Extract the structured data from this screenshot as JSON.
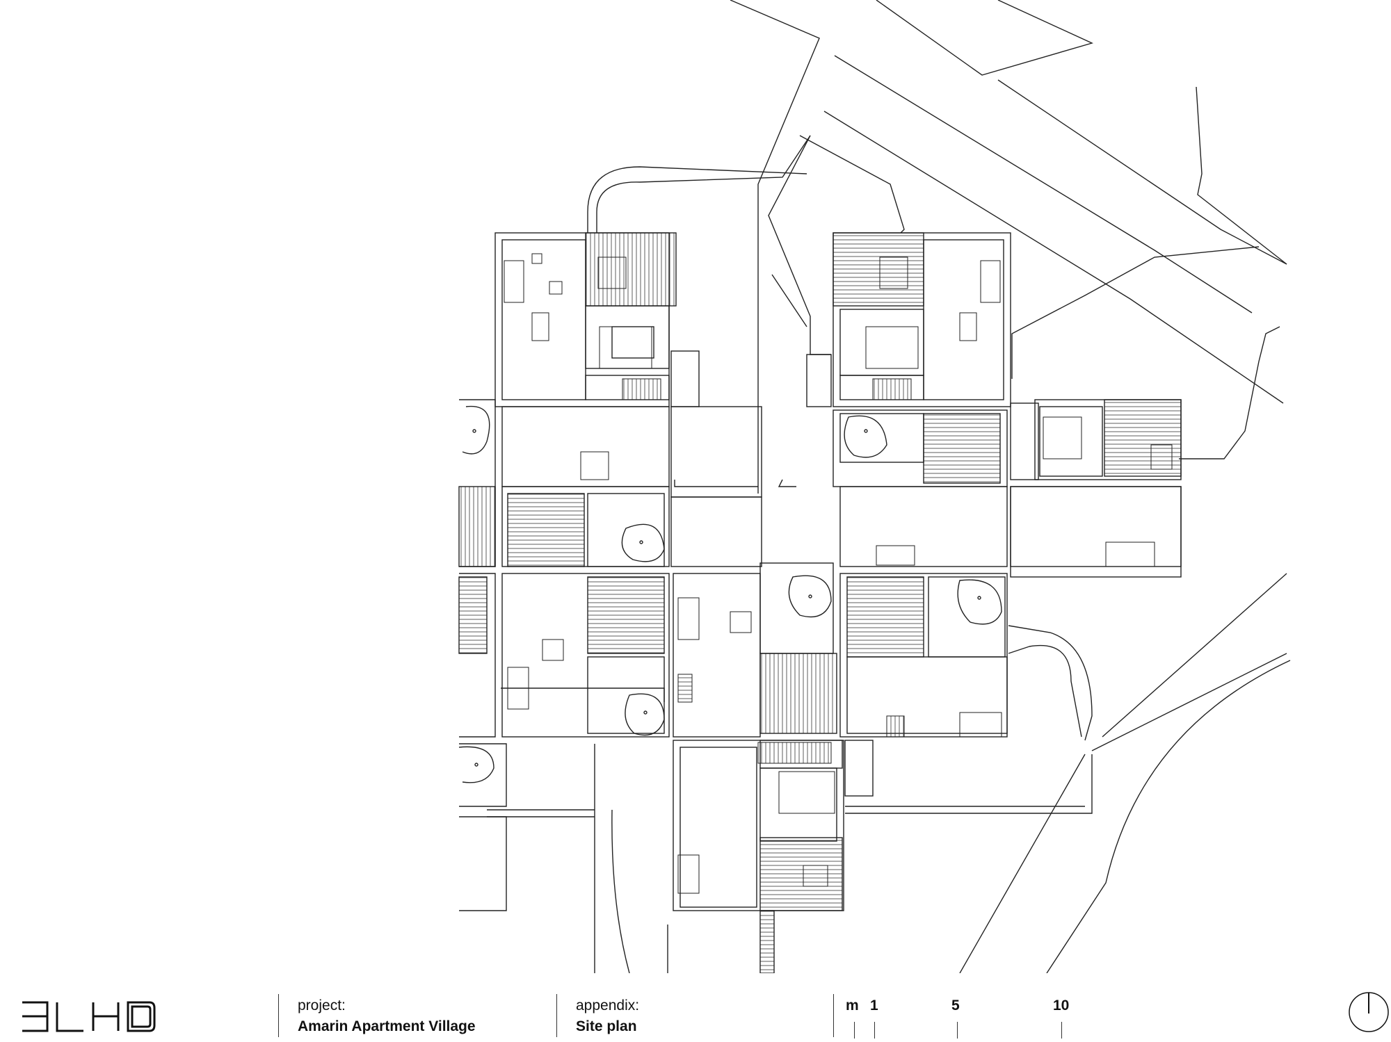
{
  "logo": {
    "text": "3LHD"
  },
  "project": {
    "label": "project:",
    "value": "Amarin Apartment Village"
  },
  "appendix": {
    "label": "appendix:",
    "value": "Site plan"
  },
  "scale": {
    "unit": "m",
    "marks": [
      "1",
      "5",
      "10"
    ]
  },
  "north_arrow": {
    "icon": "north-arrow-icon"
  },
  "drawing": {
    "type": "site plan",
    "line_color": "#222222",
    "background": "#ffffff"
  }
}
